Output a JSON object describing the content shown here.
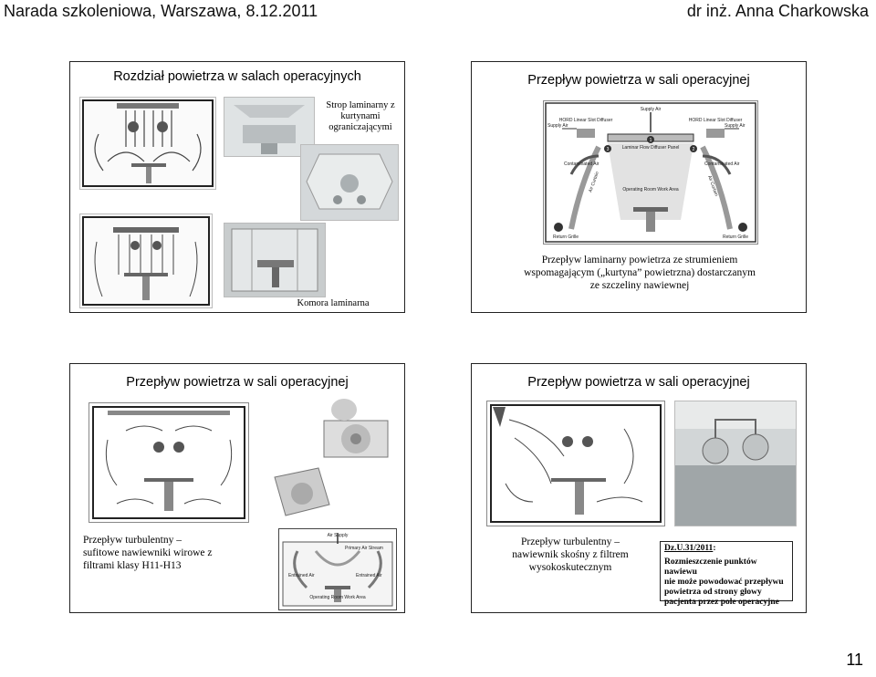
{
  "header": {
    "left": "Narada szkoleniowa, Warszawa, 8.12.2011",
    "right": "dr inż. Anna Charkowska"
  },
  "page_number": "11",
  "slide1": {
    "title": "Rozdział powietrza w salach operacyjnych",
    "caption_top": [
      "Strop laminarny z",
      "kurtynami",
      "ograniczającymi"
    ],
    "caption_bottom": "Komora laminarna"
  },
  "slide2": {
    "title": "Przepływ powietrza  w sali operacyjnej",
    "diagram_labels": {
      "supply_air_top": "Supply Air",
      "supply_air_left": "Supply Air",
      "supply_air_right": "Supply Air",
      "diffuser_left": "HORD Linear Slot Diffuser",
      "diffuser_right": "HORD Linear Slot Diffuser",
      "panel": "Laminar Flow Diffuser Panel",
      "contaminated_left": "Contaminated Air",
      "contaminated_right": "Contaminated Air",
      "curtain_left": "Air Curtain",
      "curtain_right": "Air Curtain",
      "operating_area": "Operating Room Work Area",
      "return_left": "Return Grille",
      "return_right": "Return Grille",
      "n1": "1",
      "n2": "2",
      "n3": "3"
    },
    "caption": [
      "Przepływ laminarny powietrza ze strumieniem",
      "wspomagającym („kurtyna” powietrzna) dostarczanym",
      "ze szczeliny nawiewnej"
    ]
  },
  "slide3": {
    "title": "Przepływ powietrza  w sali operacyjnej",
    "caption": [
      "Przepływ turbulentny –",
      "sufitowe nawiewniki wirowe z",
      "filtrami klasy H11-H13"
    ],
    "diagram_labels": {
      "air_supply": "Air Supply",
      "primary": "Primary Air Stream",
      "entrained_left": "Entrained Air",
      "entrained_right": "Entrained Air",
      "work_area": "Operating Room Work Area"
    }
  },
  "slide4": {
    "title": "Przepływ powietrza  w sali operacyjnej",
    "caption": [
      "Przepływ turbulentny –",
      "nawiewnik skośny z filtrem",
      "wysokoskutecznym"
    ],
    "regulation": {
      "ref": "Dz.U.31/2011",
      "ref_suffix": ":",
      "lines": [
        "Rozmieszczenie punktów nawiewu",
        "nie może powodować przepływu",
        "powietrza od strony głowy",
        "pacjenta przez pole operacyjne"
      ]
    }
  }
}
